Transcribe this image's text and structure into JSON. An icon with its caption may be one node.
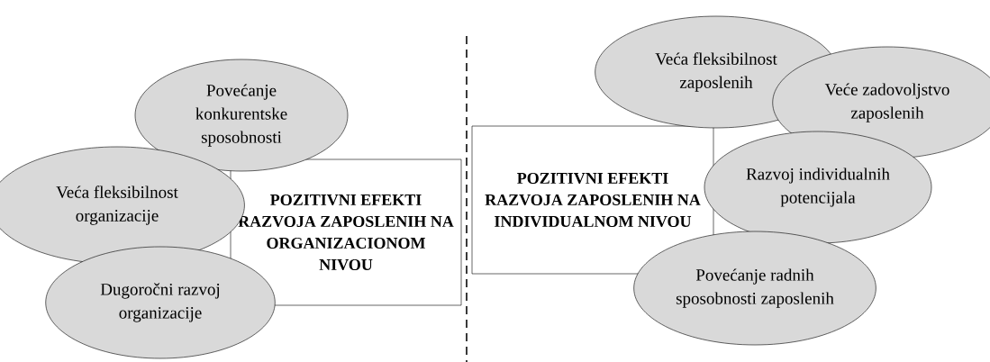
{
  "diagram": {
    "nodes": [
      {
        "text": [
          "Povećanje konkurentske sposobnosti"
        ]
      },
      {
        "text": [
          "Veća fleksibilnost organizacije"
        ]
      },
      {
        "text": [
          "Dugoročni razvoj organizacije"
        ]
      },
      {
        "text": [
          "POZITIVNI EFEKTI RAZVOJA ZAPOSLENIH NA ORGANIZACIONOM NIVOU"
        ]
      },
      {
        "text": [
          "POZITIVNI EFEKTI RAZVOJA ZAPOSLENIH NA INDIVIDUALNOM NIVOU"
        ]
      },
      {
        "text": [
          "Veća fleksibilnost zaposlenih"
        ]
      },
      {
        "text": [
          "Veće zadovoljstvo zaposlenih"
        ]
      },
      {
        "text": [
          "Razvoj individualnih potencijala"
        ]
      },
      {
        "text": [
          "Povećanje radnih sposobnosti zaposlenih"
        ]
      }
    ]
  }
}
